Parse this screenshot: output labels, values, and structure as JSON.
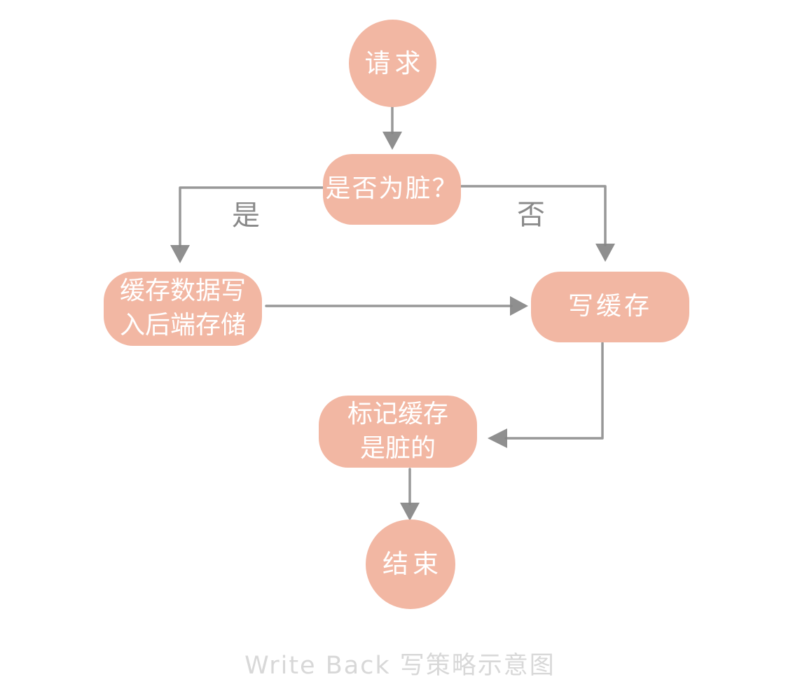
{
  "diagram": {
    "caption": "Write Back 写策略示意图",
    "colors": {
      "background": "#ffffff",
      "node_fill": "#f2b7a3",
      "node_text": "#ffffff",
      "line": "#8f8f8f",
      "arrowhead": "#868686",
      "edge_label_text": "#898989",
      "caption_text": "#d8d8d8"
    },
    "nodes": {
      "start": {
        "label": "请求",
        "type": "circle"
      },
      "decision": {
        "label": "是否为脏？",
        "type": "rounded-rect"
      },
      "write_backend": {
        "label": "缓存数据写\n入后端存储",
        "type": "rounded-rect"
      },
      "write_cache": {
        "label": "写缓存",
        "type": "rounded-rect"
      },
      "mark_dirty": {
        "label": "标记缓存\n是脏的",
        "type": "rounded-rect"
      },
      "end": {
        "label": "结束",
        "type": "circle"
      }
    },
    "edge_labels": {
      "yes": "是",
      "no": "否"
    }
  }
}
